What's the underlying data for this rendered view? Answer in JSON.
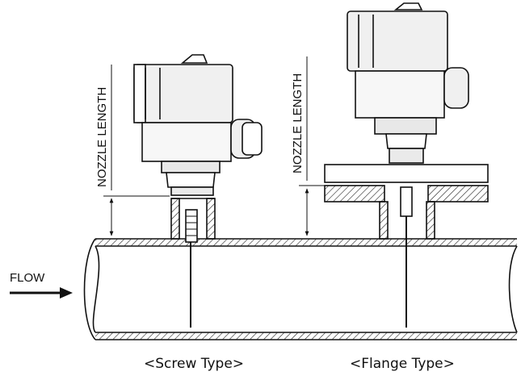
{
  "labels": {
    "nozzle_length_left": "NOZZLE LENGTH",
    "nozzle_length_right": "NOZZLE LENGTH",
    "flow": "FLOW",
    "screw_caption": "<Screw Type>",
    "flange_caption": "<Flange Type>"
  }
}
